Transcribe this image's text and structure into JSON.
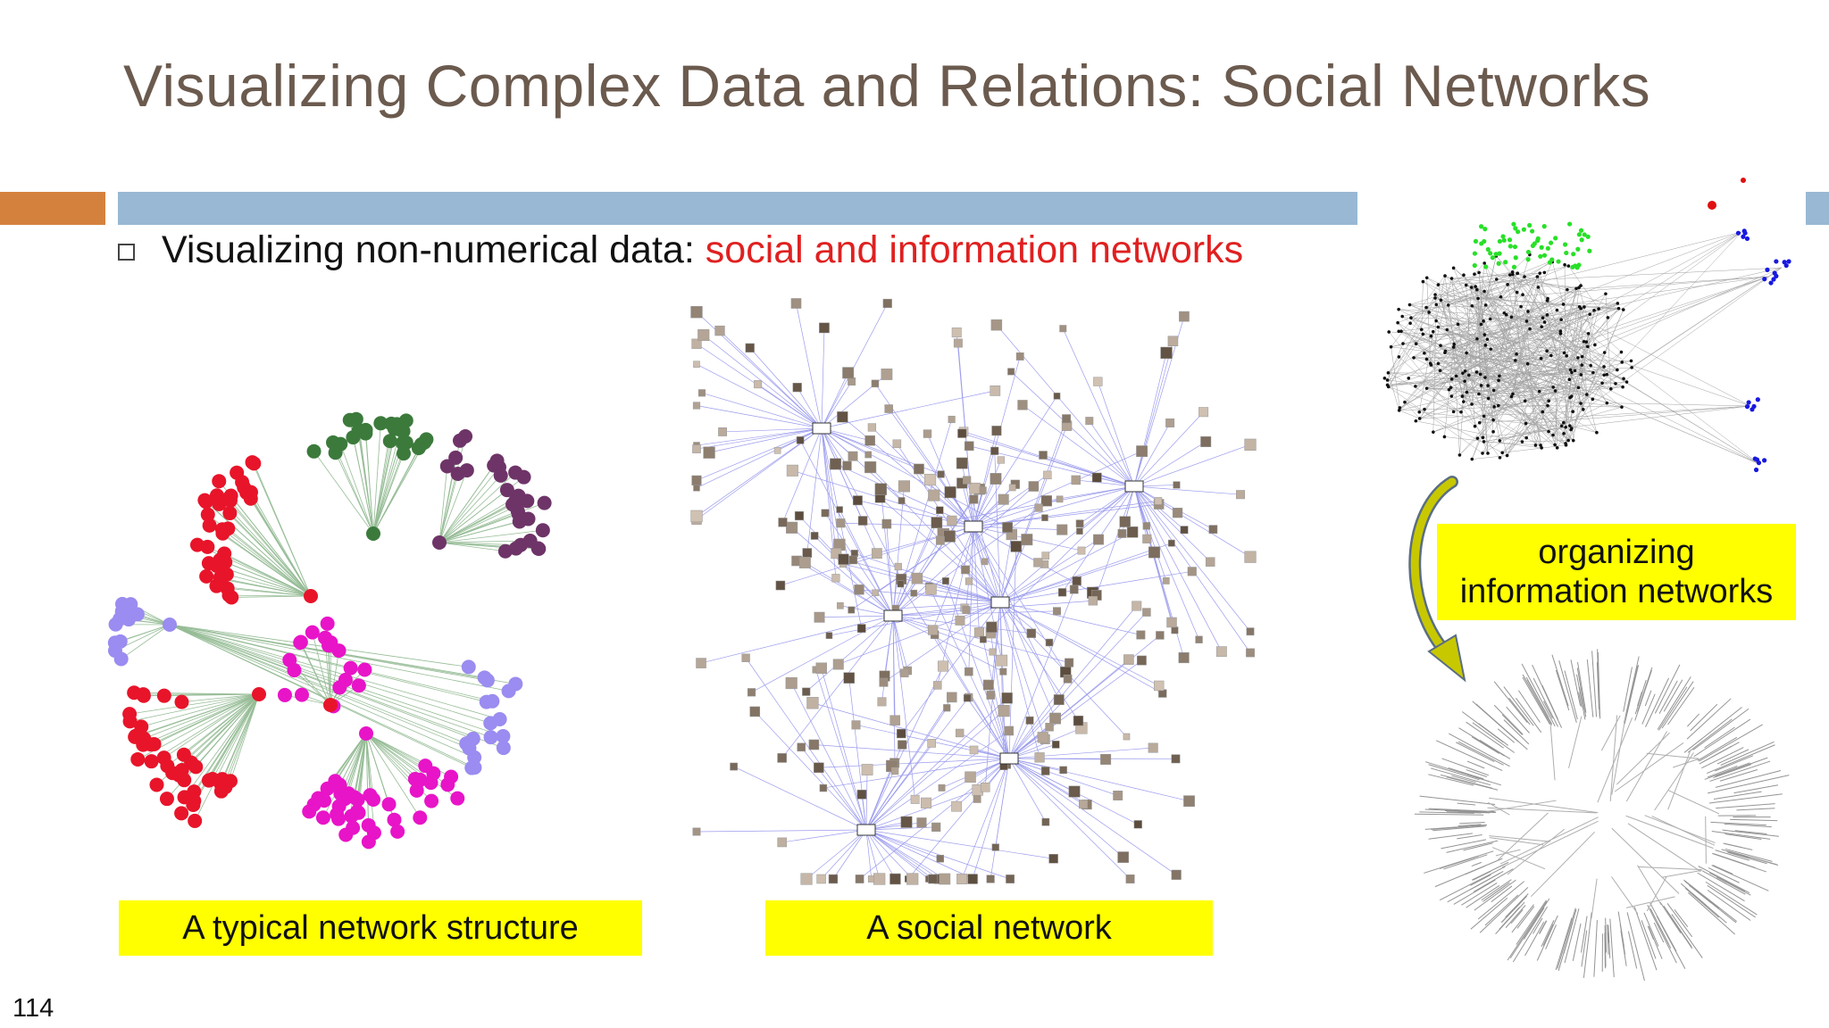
{
  "slide": {
    "title": "Visualizing Complex Data and Relations: Social Networks",
    "page_number": "114"
  },
  "bullet": {
    "text": "Visualizing non-numerical data:",
    "highlight": "social and information networks"
  },
  "labels": {
    "network_structure": "A typical network structure",
    "social_network": "A social network",
    "organizing_line1": "organizing",
    "organizing_line2": "information networks"
  },
  "colors": {
    "title": "#6b5a4e",
    "accent_orange": "#d5813e",
    "accent_blue": "#98b8d4",
    "highlight_red": "#e02020",
    "label_yellow": "#ffff00",
    "cluster_green": "#3c7a3c",
    "cluster_red": "#e8142a",
    "cluster_purple": "#9a8cf0",
    "cluster_magenta": "#e814c8",
    "cluster_plum": "#6e3468",
    "social_edge": "#7a7ae8",
    "info_green": "#28e028",
    "info_blue": "#1818e0"
  },
  "icons": [
    "square-bullet-icon",
    "curved-arrow-icon"
  ]
}
